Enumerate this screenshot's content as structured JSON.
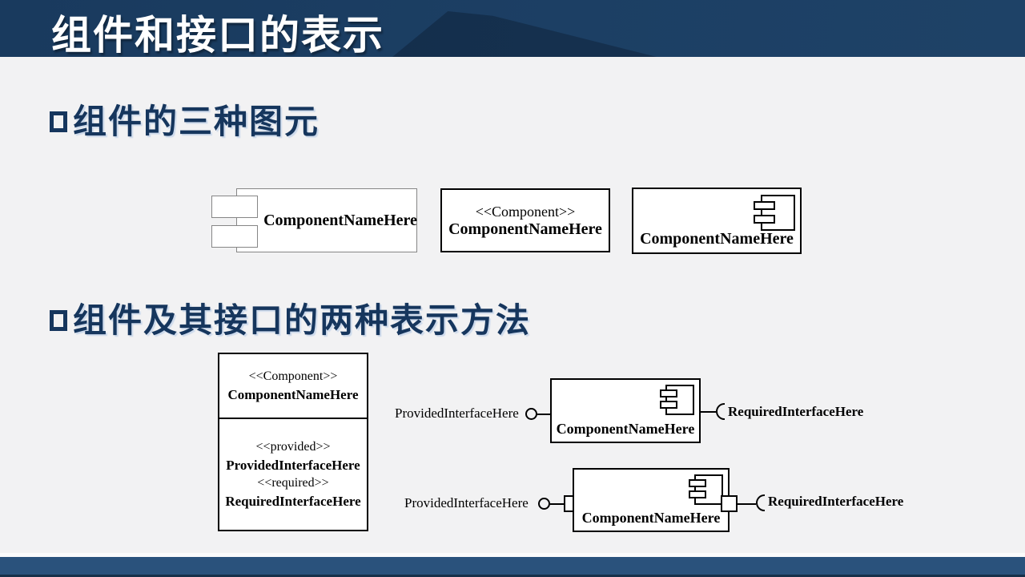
{
  "header": {
    "title": "组件和接口的表示"
  },
  "section1": {
    "heading": "组件的三种图元",
    "classic": {
      "name": "ComponentNameHere"
    },
    "stereotyped": {
      "stereotype": "<<Component>>",
      "name": "ComponentNameHere"
    },
    "iconified": {
      "name": "ComponentNameHere"
    }
  },
  "section2": {
    "heading": "组件及其接口的两种表示方法",
    "listbox": {
      "stereotype": "<<Component>>",
      "name": "ComponentNameHere",
      "provided_stereotype": "<<provided>>",
      "provided_name": "ProvidedInterfaceHere",
      "required_stereotype": "<<required>>",
      "required_name": "RequiredInterfaceHere"
    },
    "notation1": {
      "provided_label": "ProvidedInterfaceHere",
      "component_name": "ComponentNameHere",
      "required_label": "RequiredInterfaceHere"
    },
    "notation2": {
      "provided_label": "ProvidedInterfaceHere",
      "component_name": "ComponentNameHere",
      "required_label": "RequiredInterfaceHere"
    }
  },
  "colors": {
    "banner": "#1b3a5e",
    "heading": "#16365d",
    "slide_bg": "#f2f2f3",
    "footer_bar": "#2a527c",
    "footer_edge": "#16304a",
    "diagram_stroke": "#000000",
    "classic_box_stroke": "#868686"
  }
}
